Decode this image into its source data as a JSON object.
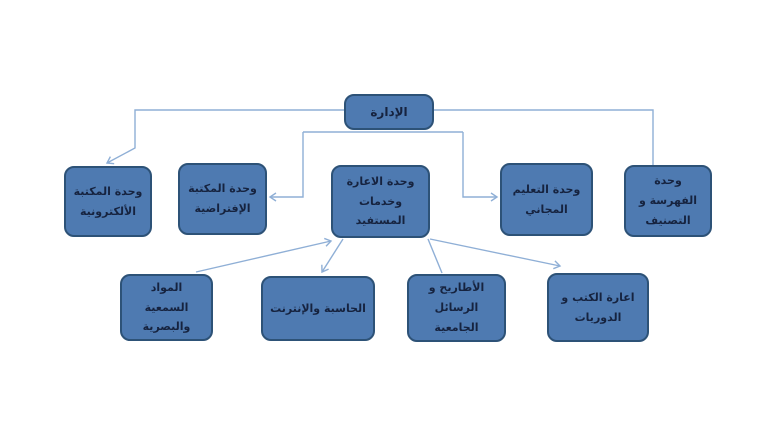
{
  "colors": {
    "background": "#ffffff",
    "node_fill": "#4e7ab1",
    "node_border": "#2d5277",
    "node_text": "#16233f",
    "connector": "#8fafd6"
  },
  "diagram": {
    "type": "org-chart",
    "direction": "rtl",
    "root": {
      "id": "administration",
      "label": "الإدارة"
    },
    "level2": [
      {
        "id": "electronic-library-unit",
        "label": "وحدة المكتبة الألكترونية"
      },
      {
        "id": "virtual-library-unit",
        "label": "وحدة المكتبة الإفتراضية"
      },
      {
        "id": "lending-user-services-unit",
        "label": "وحدة الاعارة وخدمات المستفيد"
      },
      {
        "id": "free-education-unit",
        "label": "وحدة التعليم المجاني"
      },
      {
        "id": "indexing-classification-unit",
        "label": "وحدة الفهرسة و التصنيف"
      }
    ],
    "level3": [
      {
        "id": "audio-visual-materials",
        "label": "المواد السمعية والبصرية"
      },
      {
        "id": "computer-internet",
        "label": "الحاسبة والإنترنت"
      },
      {
        "id": "theses-dissertations",
        "label": "الأطاريح و الرسائل الجامعية"
      },
      {
        "id": "books-periodicals-lending",
        "label": "اعارة الكتب و الدوريات"
      }
    ],
    "edges": [
      {
        "from": "administration",
        "to": "electronic-library-unit",
        "arrow": true
      },
      {
        "from": "administration",
        "to": "indexing-classification-unit",
        "arrow": false
      },
      {
        "from": "administration",
        "to": "virtual-library-unit",
        "arrow": true
      },
      {
        "from": "administration",
        "to": "free-education-unit",
        "arrow": true
      },
      {
        "from": "audio-visual-materials",
        "to": "lending-user-services-unit",
        "arrow": true
      },
      {
        "from": "lending-user-services-unit",
        "to": "computer-internet",
        "arrow": true
      },
      {
        "from": "lending-user-services-unit",
        "to": "theses-dissertations",
        "arrow": false
      },
      {
        "from": "lending-user-services-unit",
        "to": "books-periodicals-lending",
        "arrow": true
      }
    ]
  }
}
